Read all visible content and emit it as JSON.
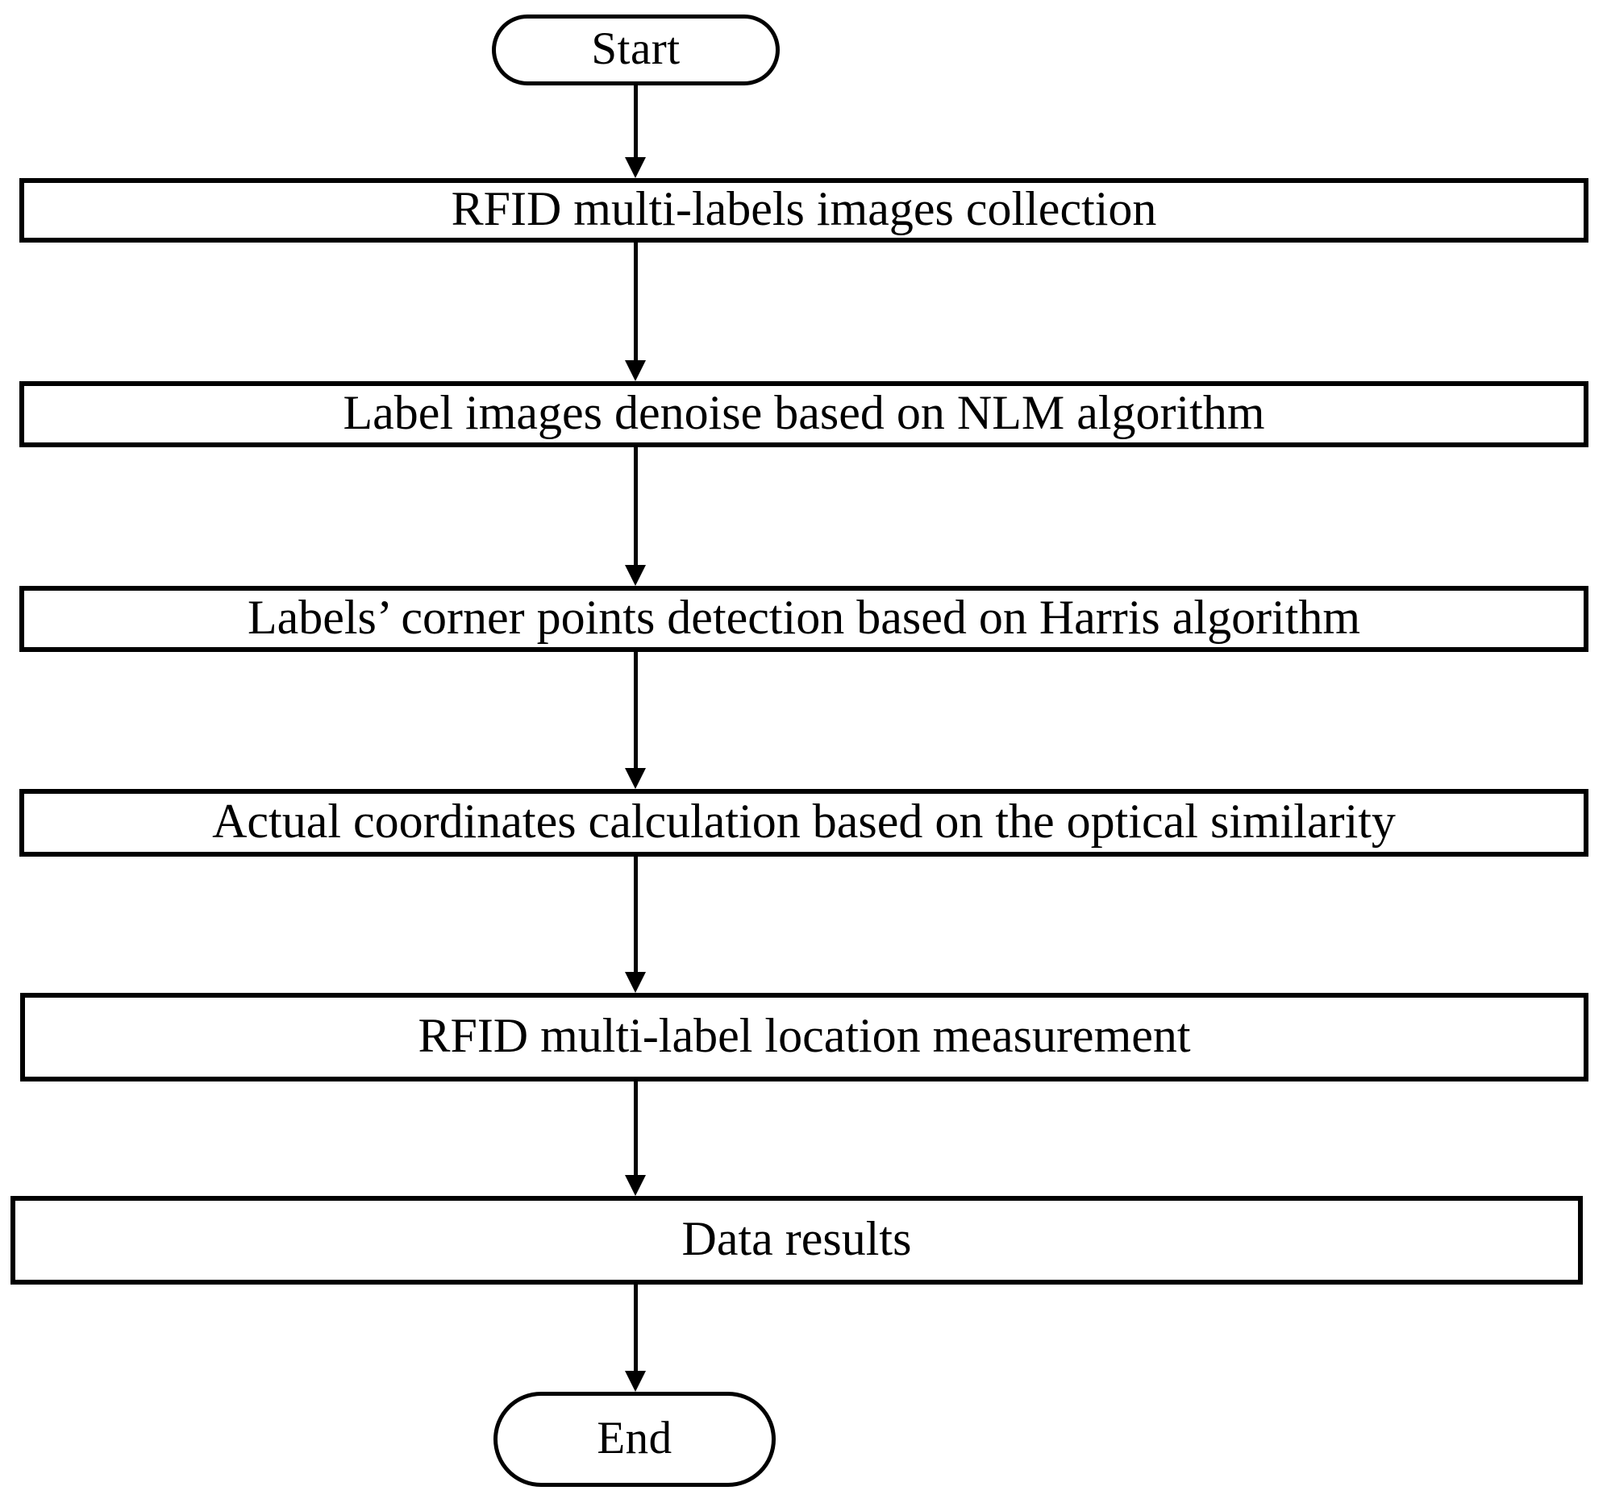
{
  "diagram": {
    "title": "RFID multi-label location measurement flowchart",
    "orientation": "top-to-bottom",
    "background_color": "#ffffff",
    "stroke_color": "#000000",
    "text_color": "#000000"
  },
  "nodes": [
    {
      "id": "start",
      "shape": "terminator",
      "label": "Start"
    },
    {
      "id": "p1",
      "shape": "process",
      "label": "RFID multi-labels images collection"
    },
    {
      "id": "p2",
      "shape": "process",
      "label": "Label images denoise based on NLM algorithm"
    },
    {
      "id": "p3",
      "shape": "process",
      "label": "Labels’ corner points detection based on Harris algorithm"
    },
    {
      "id": "p4",
      "shape": "process",
      "label": "Actual coordinates calculation based on the optical similarity"
    },
    {
      "id": "p5",
      "shape": "process",
      "label": "RFID multi-label location measurement"
    },
    {
      "id": "p6",
      "shape": "process",
      "label": "Data results"
    },
    {
      "id": "end",
      "shape": "terminator",
      "label": "End"
    }
  ],
  "edges": [
    {
      "id": "e1",
      "from": "start",
      "to": "p1",
      "arrowhead": "solid-triangle"
    },
    {
      "id": "e2",
      "from": "p1",
      "to": "p2",
      "arrowhead": "solid-triangle"
    },
    {
      "id": "e3",
      "from": "p2",
      "to": "p3",
      "arrowhead": "solid-triangle"
    },
    {
      "id": "e4",
      "from": "p3",
      "to": "p4",
      "arrowhead": "solid-triangle"
    },
    {
      "id": "e5",
      "from": "p4",
      "to": "p5",
      "arrowhead": "solid-triangle"
    },
    {
      "id": "e6",
      "from": "p5",
      "to": "p6",
      "arrowhead": "solid-triangle"
    },
    {
      "id": "e7",
      "from": "p6",
      "to": "end",
      "arrowhead": "solid-triangle"
    }
  ]
}
